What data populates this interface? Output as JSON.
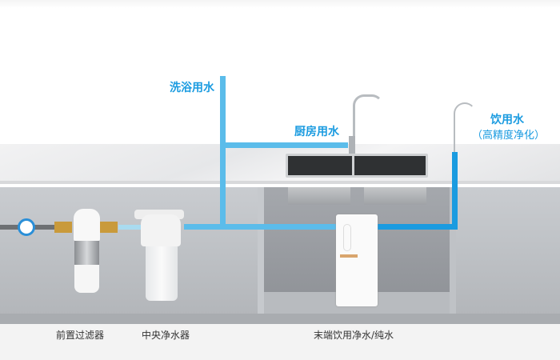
{
  "labels": {
    "bath": "洗浴用水",
    "kitchen": "厨房用水",
    "drinking": "饮用水",
    "drinking_sub": "（高精度净化）"
  },
  "captions": {
    "prefilter": "前置过滤器",
    "central": "中央净水器",
    "terminal": "末端饮用净水/纯水"
  },
  "colors": {
    "pipe": "#5bbcea",
    "drinking_pipe": "#1a9be0",
    "label": "#1a9be0"
  }
}
